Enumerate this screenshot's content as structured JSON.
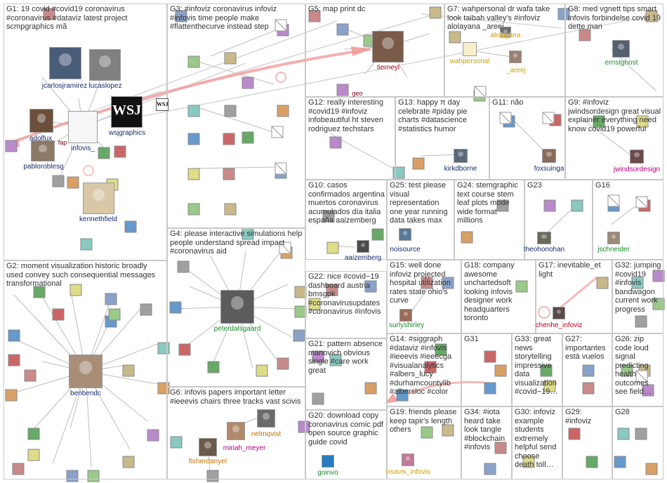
{
  "colors": {
    "border": "#c8c8c8",
    "edge": "#bdbdbd",
    "bigEdge": "#f29a9a"
  },
  "groups": [
    {
      "id": "G1",
      "title": "G1: 19 covid #covid19 coronavirus #coronavirus #dataviz latest project scmpgraphics mã"
    },
    {
      "id": "G2",
      "title": "G2: moment visualization historic broadly used convey such consequential messages transformational"
    },
    {
      "id": "G3",
      "title": "G3: #infoviz coronavirus infoviz #infovis time people make #flattenthecurve instead step"
    },
    {
      "id": "G4",
      "title": "G4: please interactive simulations help people understand spread impact #coronavirus aid"
    },
    {
      "id": "G5",
      "title": "G5: map print dc"
    },
    {
      "id": "G6",
      "title": "G6: infovis papers important letter #ieeevis chairs three tracks vast scivis"
    },
    {
      "id": "G7",
      "title": "G7: wahpersonal dr wafa take look taibah valley's #infoviz alolayana _areej"
    },
    {
      "id": "G8",
      "title": "G8: med vgnett tips smart infovis forbindelse covid 19 dette man"
    },
    {
      "id": "G9",
      "title": "G9: #infoviz jwindsordesign great visual explainer everything need know covid19 powerful"
    },
    {
      "id": "G10",
      "title": "G10: casos confirmados argentina muertos coronavirus acumulados día italia españa aaizemberg"
    },
    {
      "id": "G11",
      "title": "G11: não"
    },
    {
      "id": "G12",
      "title": "G12: really interesting #covid19 #infoviz infobeautiful ht steven rodriguez techstars"
    },
    {
      "id": "G13",
      "title": "G13: happy π day celebrate #piday pie charts #datascience #statistics humor"
    },
    {
      "id": "G14",
      "title": "G14: #siggraph #dataviz #infovis #ieeevis #ieeecga #visualanalytics #albers_lucy #durhamcountylib #albersloc #color"
    },
    {
      "id": "G15",
      "title": "G15: well done infoviz projected hospital utilization rates state ohio's curve"
    },
    {
      "id": "G16",
      "title": "G16"
    },
    {
      "id": "G17",
      "title": "G17: inevitable_et light"
    },
    {
      "id": "G18",
      "title": "G18: company awesome unchartedsoft looking infovis designer work headquarters toronto"
    },
    {
      "id": "G19",
      "title": "G19: friends please keep tapir's length others"
    },
    {
      "id": "G20",
      "title": "G20: download copy coronavirus comic pdf open source graphic guide covid"
    },
    {
      "id": "G21",
      "title": "G21: pattern absence manovich obvious single #care work great"
    },
    {
      "id": "G22",
      "title": "G22: nice #covid−19 dashboard austria bmsgpk #coronavirusupdates #coronavirus #infovis"
    },
    {
      "id": "G23",
      "title": "G23"
    },
    {
      "id": "G24",
      "title": "G24: stemgraphic text course stem leaf plots mode wide format millions"
    },
    {
      "id": "G25",
      "title": "G25: test please visual representation one year running data takes max"
    },
    {
      "id": "G26",
      "title": "G26: zip code loud signal predicting health outcomes see field…"
    },
    {
      "id": "G27",
      "title": "G27: importantes está vuelos"
    },
    {
      "id": "G28",
      "title": "G28"
    },
    {
      "id": "G29",
      "title": "G29: #infoviz"
    },
    {
      "id": "G30",
      "title": "G30: infoviz example students extremely helpful send choose death toll…"
    },
    {
      "id": "G31",
      "title": "G31"
    },
    {
      "id": "G32",
      "title": "G32: jumping #covid19 #infovis bandwagon current work progress"
    },
    {
      "id": "G33",
      "title": "G33: great news storytelling impressive data visualization #covid−19…"
    },
    {
      "id": "G34",
      "title": "G34: #iota heard take look tangle #blockchain #infovis"
    }
  ],
  "labels": {
    "jcarlosjramirez": "jcarlosjramirez",
    "lucaslopez": "lucaslopez",
    "adolfux": "adolfux",
    "infovis": "infovis_",
    "wsjgraphics": "wsjgraphics",
    "pabloroblesg": "pabloroblesg",
    "kennethfield": "kennethfield",
    "benbendc": "benbendc",
    "peterdalsgaard": "peterdalsgaard",
    "tierneyl": "tierneyl",
    "wahpersonal": "wahpersonal",
    "areej": "_areej",
    "alolayana": "alolayana",
    "ernstghost": "ernstghost",
    "kirkdborne": "kirkdborne",
    "foxsuinga": "foxsuinga",
    "jwindsordesign": "jwindsordesign",
    "aaizemberg": "aaizemberg",
    "noisource": "noisource",
    "theohonohan": "theohonohan",
    "jschneider": "jschneider",
    "surlyshirley": "surlyshirley",
    "chenhe": "chenhe_infoviz",
    "fisherdanyel": "fisherdanyel",
    "miriah": "miriah_meyer",
    "nelmqvist": "nelmqvist",
    "goinvo": "goinvo",
    "visavis": "visavis_infovis",
    "fap": "fap",
    "geo": "geo",
    "wsj": "WSJ"
  }
}
